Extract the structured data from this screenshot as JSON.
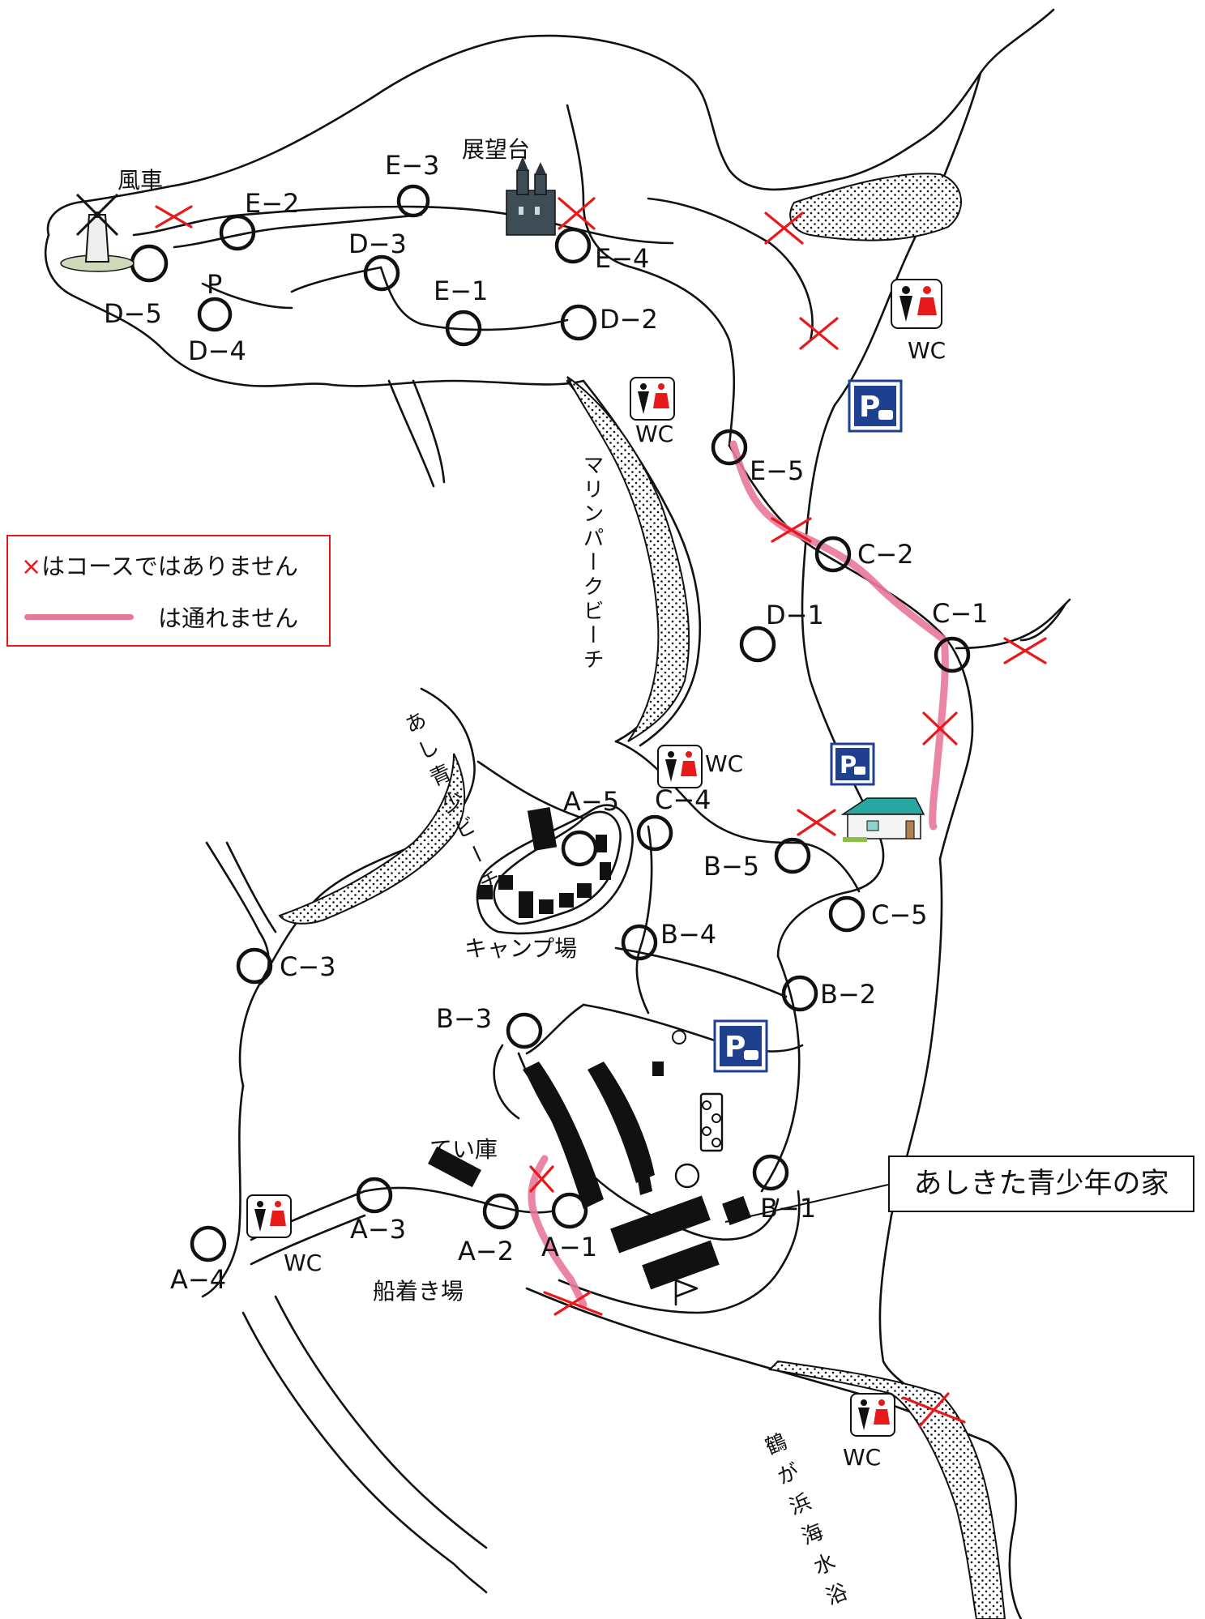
{
  "legend": {
    "cross_mark": "×",
    "cross_text": "はコースではありません",
    "line_text": "は通れません"
  },
  "facility": {
    "name": "あしきた青少年の家"
  },
  "places": {
    "windmill": "風車",
    "observatory": "展望台",
    "marina_beach": "マリンパークビーチ",
    "youth_beach": "あし青少ビーチ",
    "camp": "キャンプ場",
    "garage": "てい庫",
    "pier": "船着き場",
    "tsurugahama": "鶴が浜海水浴",
    "parking_small": "P"
  },
  "checkpoints": {
    "A1": "A−1",
    "A2": "A−2",
    "A3": "A−3",
    "A4": "A−4",
    "A5": "A−5",
    "B1": "B−1",
    "B2": "B−2",
    "B3": "B−3",
    "B4": "B−4",
    "B5": "B−5",
    "C1": "C−1",
    "C2": "C−2",
    "C3": "C−3",
    "C4": "C−4",
    "C5": "C−5",
    "D1": "D−1",
    "D2": "D−2",
    "D3": "D−3",
    "D4": "D−4",
    "D5": "D−5",
    "E1": "E−1",
    "E2": "E−2",
    "E3": "E−3",
    "E4": "E−4",
    "E5": "E−5"
  },
  "wc_label": "WC",
  "parking_letter": "P",
  "colors": {
    "cross": "#e8191b",
    "closed_route": "#e8799a",
    "parking_blue": "#1f3f8f",
    "wc_red": "#e8191b",
    "ink": "#111111"
  }
}
